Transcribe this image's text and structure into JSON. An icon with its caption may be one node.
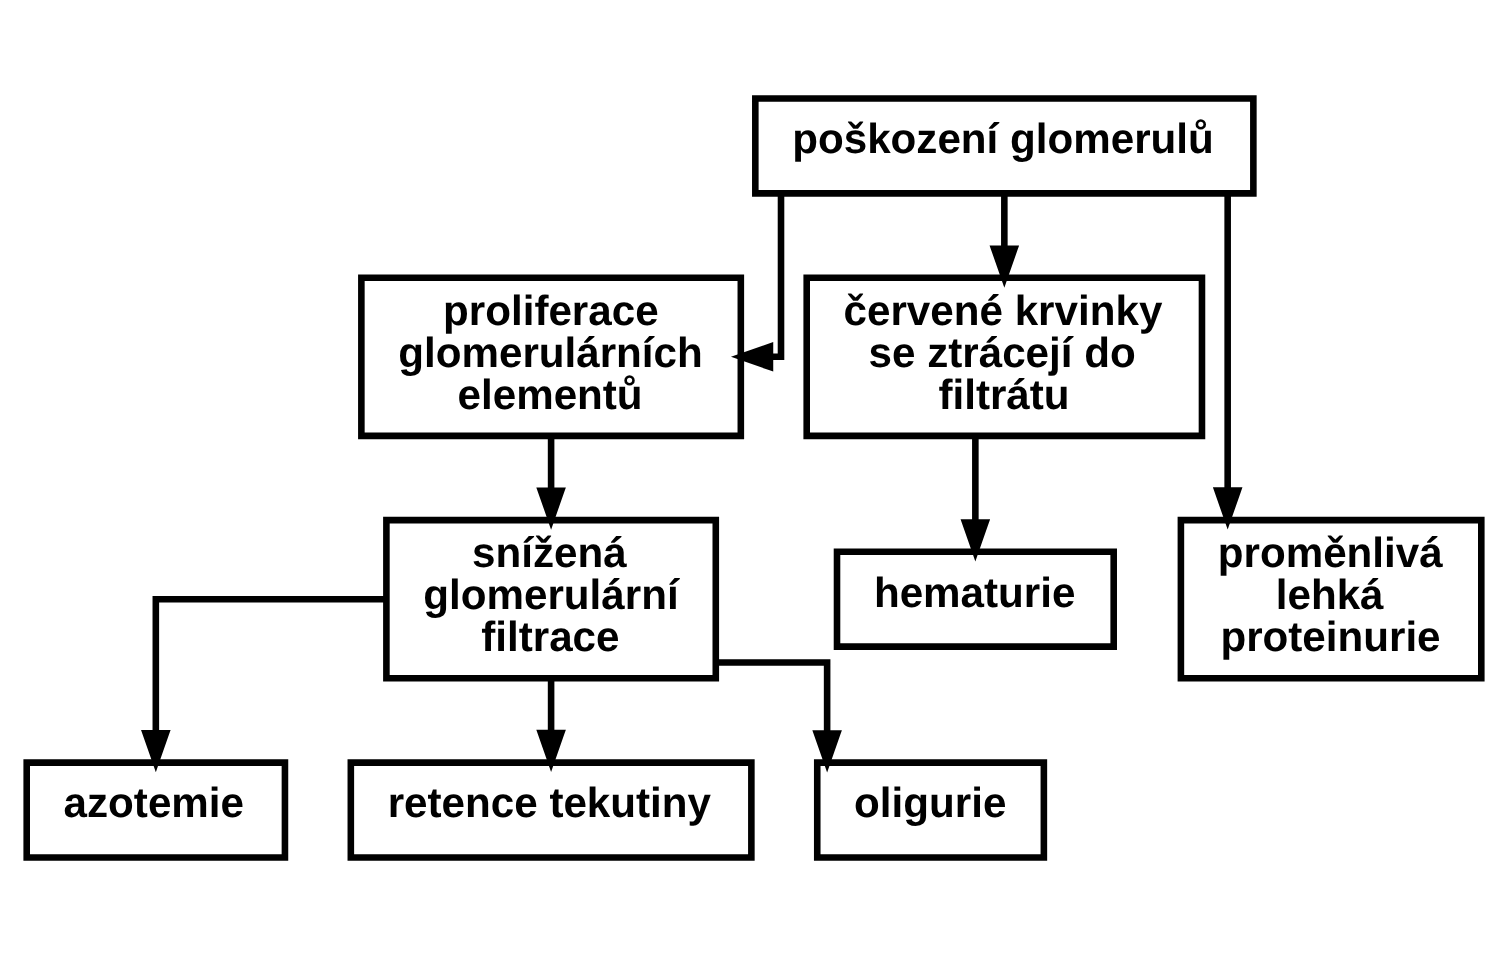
{
  "diagram": {
    "nodes": [
      {
        "text": [
          "poškození glomerulů"
        ]
      },
      {
        "text": [
          "proliferace glomerulárních elementů"
        ]
      },
      {
        "text": [
          "červené krvinky se ztrácejí do filtrátu"
        ]
      },
      {
        "text": [
          "proměnlivá lehká proteinurie"
        ]
      },
      {
        "text": [
          "snížená glomerulární filtrace"
        ]
      },
      {
        "text": [
          "hematurie"
        ]
      },
      {
        "text": [
          "azotemie"
        ]
      },
      {
        "text": [
          "retence tekutiny"
        ]
      },
      {
        "text": [
          "oligurie"
        ]
      }
    ],
    "edges": [
      {
        "from": 0,
        "to": 3,
        "arrow": "to"
      },
      {
        "from": 0,
        "to": 1,
        "arrow": "to"
      },
      {
        "from": 0,
        "to": 2,
        "arrow": "to"
      },
      {
        "from": 1,
        "to": 4,
        "arrow": "to"
      },
      {
        "from": 2,
        "to": 5,
        "arrow": "to"
      },
      {
        "from": 4,
        "to": 6,
        "arrow": "to"
      },
      {
        "from": 4,
        "to": 7,
        "arrow": "to"
      },
      {
        "from": 4,
        "to": 8,
        "arrow": "to"
      }
    ]
  }
}
